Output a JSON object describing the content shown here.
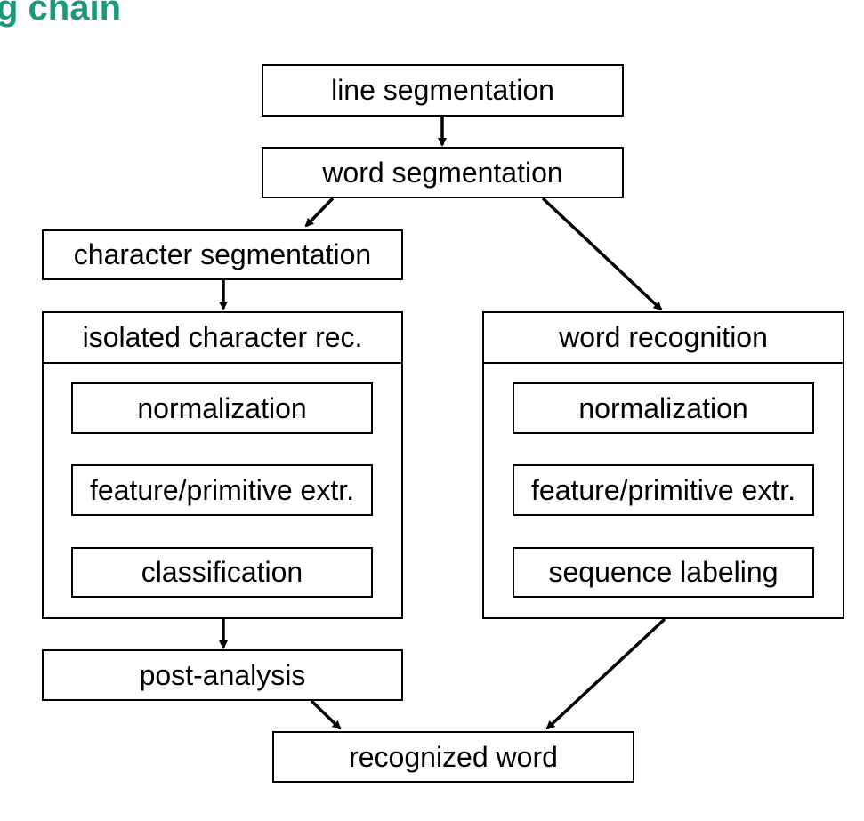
{
  "title": "g chain",
  "nodes": {
    "line_segmentation": "line segmentation",
    "word_segmentation": "word segmentation",
    "character_segmentation": "character segmentation",
    "post_analysis": "post-analysis",
    "recognized_word": "recognized word"
  },
  "isolated_character_rec": {
    "heading": "isolated character rec.",
    "steps": [
      "normalization",
      "feature/primitive extr.",
      "classification"
    ]
  },
  "word_recognition": {
    "heading": "word recognition",
    "steps": [
      "normalization",
      "feature/primitive extr.",
      "sequence labeling"
    ]
  }
}
